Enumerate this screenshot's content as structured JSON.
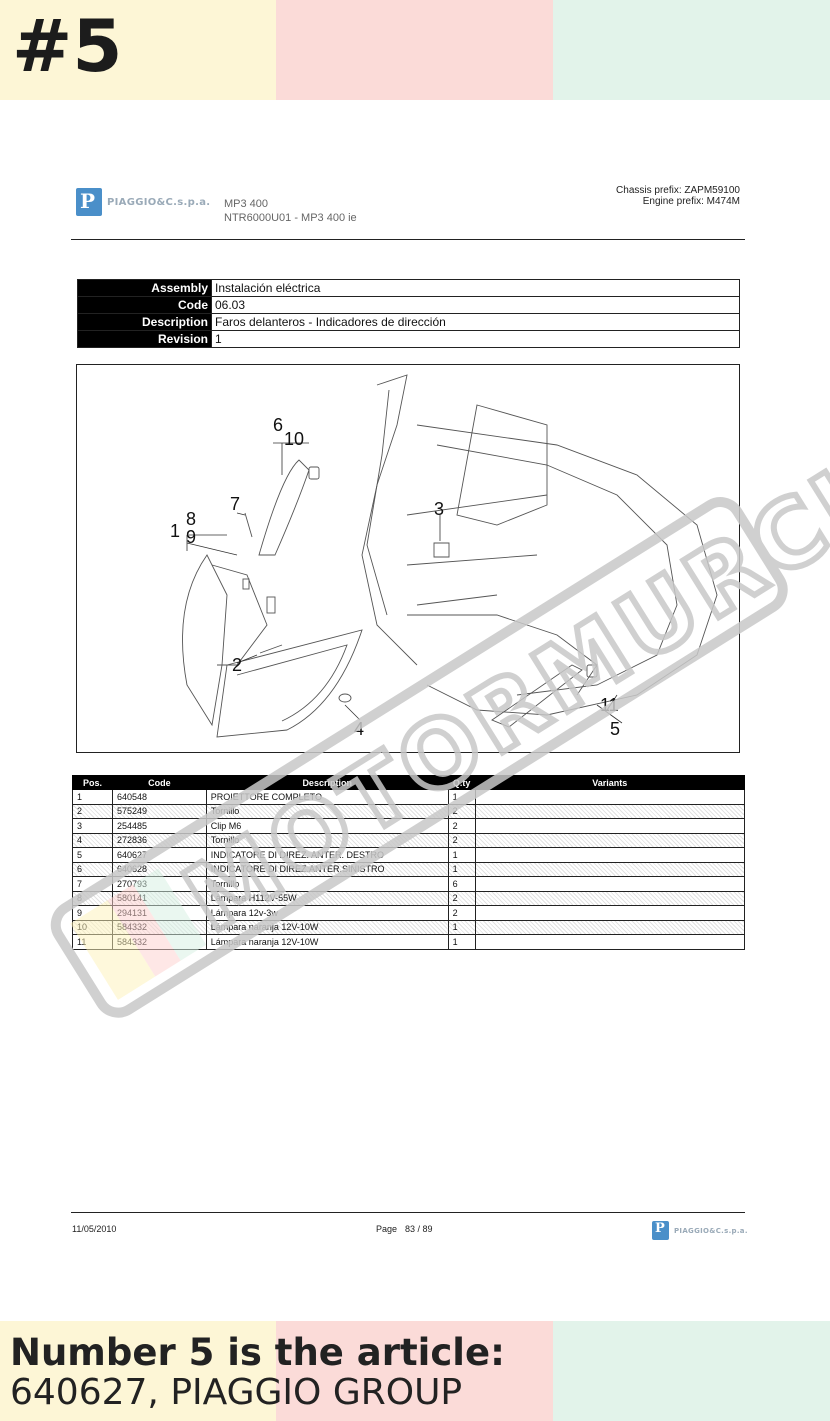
{
  "badge": {
    "number": "#5"
  },
  "header": {
    "brand": "PIAGGIO&C.s.p.a.",
    "model": "MP3 400",
    "model_code": "NTR6000U01 - MP3 400 ie",
    "chassis_prefix": "Chassis prefix: ZAPM59100",
    "engine_prefix": "Engine prefix: M474M"
  },
  "assembly": [
    {
      "key": "Assembly",
      "value": "Instalación eléctrica"
    },
    {
      "key": "Code",
      "value": "06.03"
    },
    {
      "key": "Description",
      "value": "Faros delanteros - Indicadores de dirección"
    },
    {
      "key": "Revision",
      "value": "1"
    }
  ],
  "diagram": {
    "callouts": [
      "6",
      "10",
      "7",
      "3",
      "8",
      "9",
      "1",
      "2",
      "4",
      "11",
      "5"
    ]
  },
  "parts": {
    "columns": [
      "Pos.",
      "Code",
      "Description",
      "Q.ty",
      "Variants"
    ],
    "rows": [
      [
        "1",
        "640548",
        "PROIETTORE COMPLETO",
        "1",
        ""
      ],
      [
        "2",
        "575249",
        "Tornillo",
        "2",
        ""
      ],
      [
        "3",
        "254485",
        "Clip M6",
        "2",
        ""
      ],
      [
        "4",
        "272836",
        "Tornillo",
        "2",
        ""
      ],
      [
        "5",
        "640627",
        "INDICATORE DI DIREZ. ANTER. DESTRO",
        "1",
        ""
      ],
      [
        "6",
        "640628",
        "INDICATORE DI DIREZ.ANTER.SINISTRO",
        "1",
        ""
      ],
      [
        "7",
        "270793",
        "Tornillo",
        "6",
        ""
      ],
      [
        "8",
        "580141",
        "Lámpara H112V-55W",
        "2",
        ""
      ],
      [
        "9",
        "294131",
        "Lámpara 12v-3w",
        "2",
        ""
      ],
      [
        "10",
        "584332",
        "Lámpara naranja 12V-10W",
        "1",
        ""
      ],
      [
        "11",
        "584332",
        "Lámpara naranja 12V-10W",
        "1",
        ""
      ]
    ]
  },
  "footer": {
    "date": "11/05/2010",
    "page_label": "Page",
    "page_value": "83 / 89",
    "brand": "PIAGGIO&C.s.p.a."
  },
  "caption": {
    "line1": "Number 5 is the article:",
    "line2": "640627, PIAGGIO GROUP"
  },
  "colors": {
    "band_yellow": "#fdf6d6",
    "band_pink": "#fbdbd8",
    "band_green": "#e2f3ea",
    "logo_blue": "#4a8fc9"
  }
}
